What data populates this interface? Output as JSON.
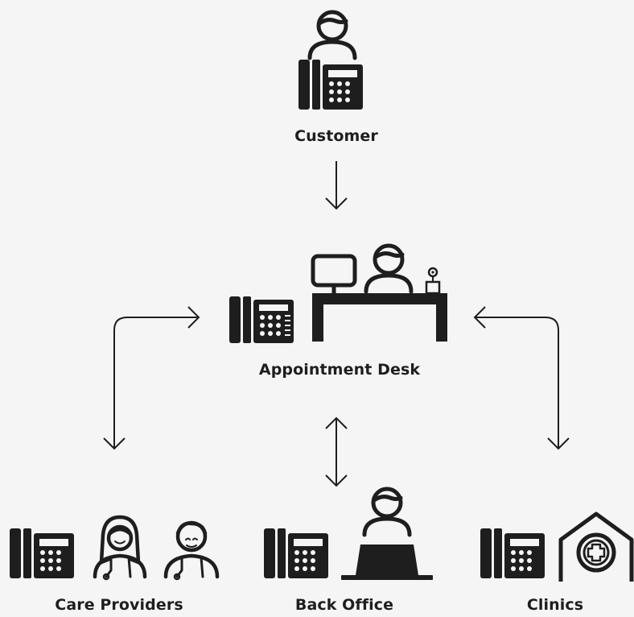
{
  "colors": {
    "ink": "#1e1e1e",
    "background": "#f5f5f5"
  },
  "nodes": {
    "customer": {
      "label": "Customer",
      "icons": [
        "person-icon",
        "desk-phone-icon"
      ]
    },
    "appointment_desk": {
      "label": "Appointment Desk",
      "icons": [
        "desk-phone-icon",
        "computer-monitor-icon",
        "person-icon",
        "flower-pot-icon",
        "desk-icon"
      ]
    },
    "care_providers": {
      "label": "Care Providers",
      "icons": [
        "desk-phone-icon",
        "female-doctor-icon",
        "male-doctor-icon"
      ]
    },
    "back_office": {
      "label": "Back Office",
      "icons": [
        "desk-phone-icon",
        "person-at-laptop-icon"
      ]
    },
    "clinics": {
      "label": "Clinics",
      "icons": [
        "desk-phone-icon",
        "clinic-building-icon"
      ]
    }
  },
  "edges": [
    {
      "from": "customer",
      "to": "appointment_desk",
      "direction": "one-way"
    },
    {
      "from": "appointment_desk",
      "to": "care_providers",
      "direction": "two-way"
    },
    {
      "from": "appointment_desk",
      "to": "back_office",
      "direction": "two-way"
    },
    {
      "from": "appointment_desk",
      "to": "clinics",
      "direction": "two-way"
    }
  ]
}
